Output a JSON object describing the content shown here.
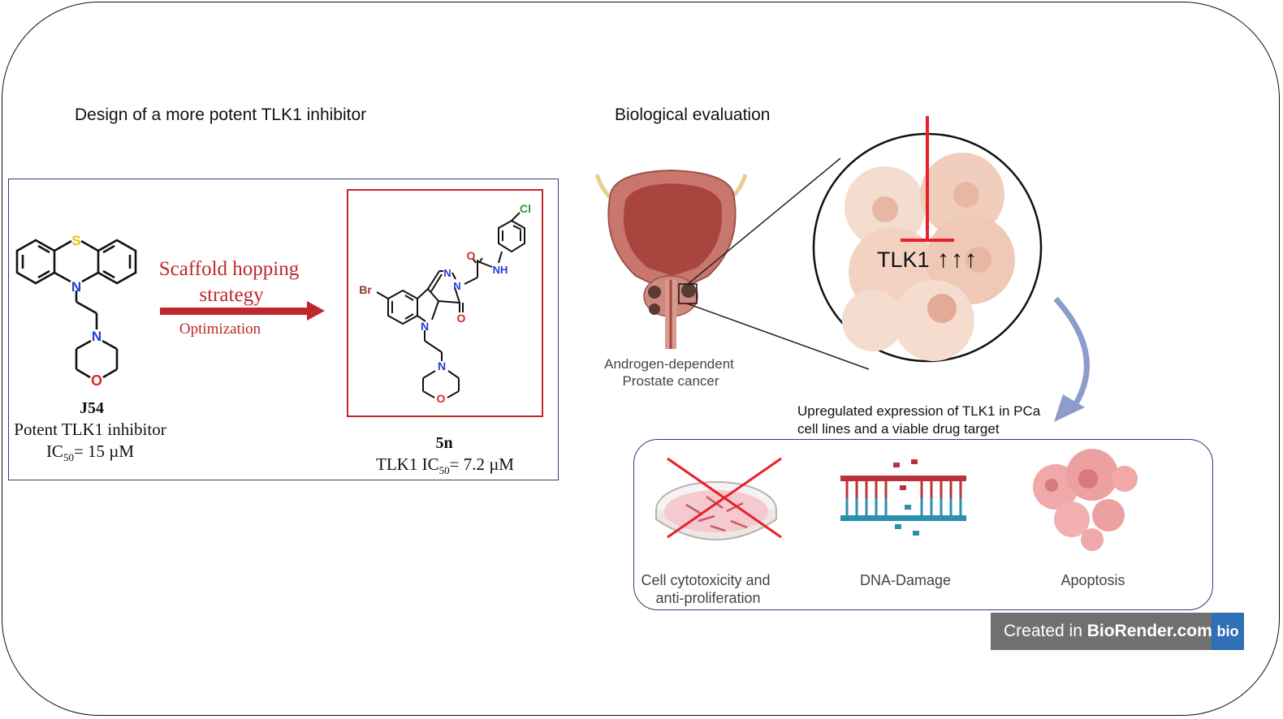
{
  "left_section": {
    "title": "Design of a more potent TLK1 inhibitor",
    "compound_a": {
      "id": "J54",
      "description": "Potent TLK1 inhibitor",
      "ic50_prefix": "IC",
      "ic50_sub": "50",
      "ic50_value": "= 15 µM"
    },
    "arrow_label_line1": "Scaffold hopping",
    "arrow_label_line2": "strategy",
    "arrow_sublabel": "Optimization",
    "compound_b": {
      "id": "5n",
      "ic50_prefix": "TLK1 IC",
      "ic50_sub": "50",
      "ic50_value": "= 7.2 µM"
    },
    "atoms": {
      "S": "S",
      "N": "N",
      "O": "O",
      "Br": "Br",
      "Cl": "Cl",
      "NH": "NH"
    }
  },
  "right_section": {
    "title": "Biological evaluation",
    "prostate_label_line1": "Androgen-dependent",
    "prostate_label_line2": "Prostate cancer",
    "target_label": "TLK1",
    "target_arrows": "↑↑↑",
    "upregulation_line1": "Upregulated expression of TLK1 in PCa",
    "upregulation_line2": "cell lines and a viable drug target",
    "outcomes": [
      {
        "line1": "Cell cytotoxicity and",
        "line2": "anti-proliferation"
      },
      {
        "line1": "DNA-Damage",
        "line2": ""
      },
      {
        "line1": "Apoptosis",
        "line2": ""
      }
    ]
  },
  "watermark": {
    "prefix": "Created in ",
    "brand": "BioRender.com",
    "logo": "bio"
  },
  "colors": {
    "accent_red": "#c0272d",
    "frame_blue": "#2b3c74",
    "nitrogen_blue": "#1f3fd1",
    "oxygen_red": "#e0242b",
    "sulfur_yellow": "#e3c400",
    "bromine_brown": "#8b3b2e",
    "chlorine_green": "#2e9b2e",
    "cell_pink": "#f3d2c2",
    "tissue_red": "#b84d45",
    "arrow_lavender": "#8e9ccd"
  }
}
